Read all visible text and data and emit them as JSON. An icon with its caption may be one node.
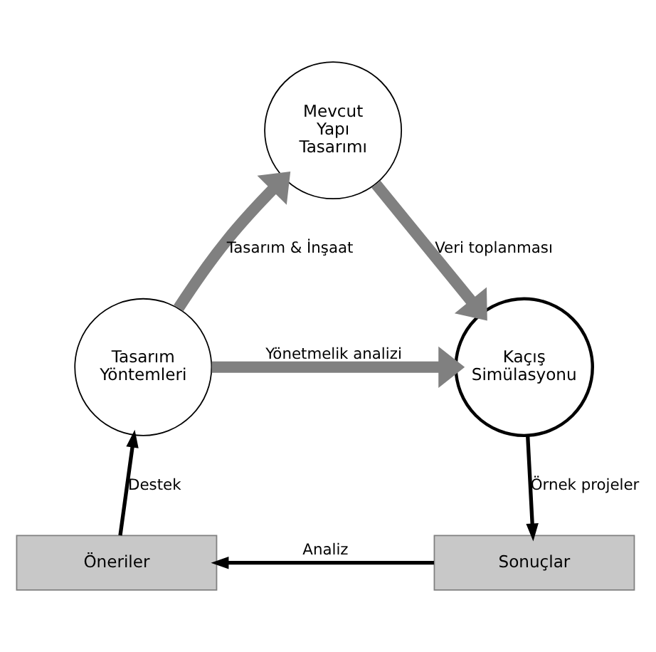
{
  "diagram": {
    "nodes": [
      {
        "text": [
          "Mevcut Yapı Tasarımı"
        ]
      },
      {
        "text": [
          "Tasarım Yöntemleri"
        ]
      },
      {
        "text": [
          "Kaçış Simülasyonu"
        ]
      },
      {
        "text": [
          "Öneriler"
        ]
      },
      {
        "text": [
          "Sonuçlar"
        ]
      }
    ],
    "edges": [
      {
        "from": 1,
        "to": 0,
        "arrow": "to",
        "label": "Tasarım & İnşaat",
        "style": "thick",
        "color": "#808080"
      },
      {
        "from": 0,
        "to": 2,
        "arrow": "to",
        "label": "Veri toplanması",
        "style": "thick",
        "color": "#808080"
      },
      {
        "from": 1,
        "to": 2,
        "arrow": "to",
        "label": "Yönetmelik analizi",
        "style": "thick",
        "color": "#808080"
      },
      {
        "from": 2,
        "to": 4,
        "arrow": "to",
        "label": "Örnek projeler",
        "color": "#000000"
      },
      {
        "from": 4,
        "to": 3,
        "arrow": "to",
        "label": "Analiz",
        "color": "#000000"
      },
      {
        "from": 3,
        "to": 1,
        "arrow": "to",
        "label": "Destek",
        "color": "#000000"
      }
    ]
  }
}
